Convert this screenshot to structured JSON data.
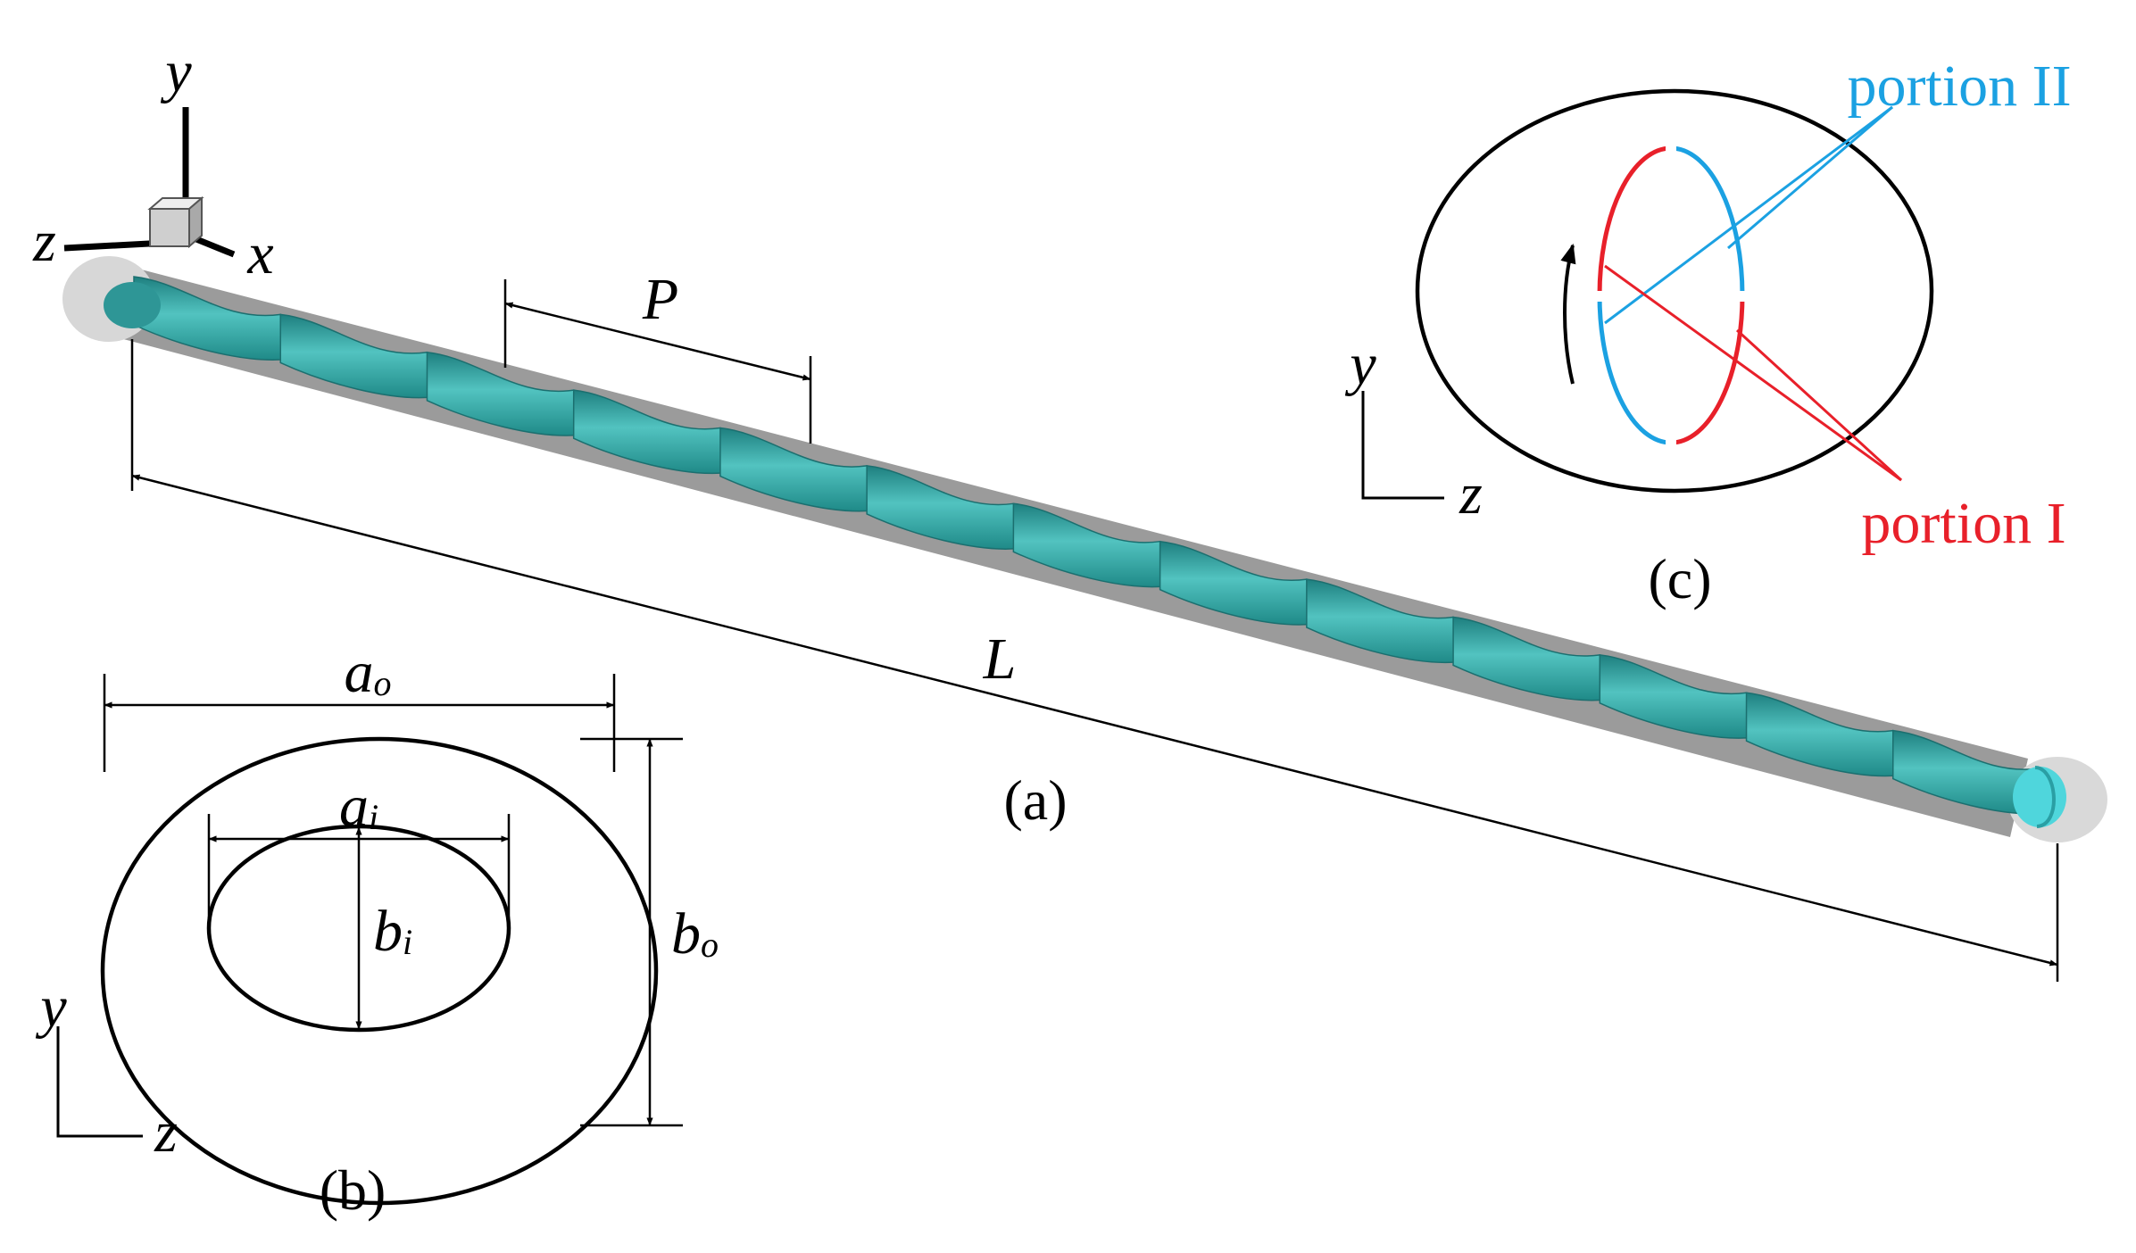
{
  "axes_triad": {
    "x": "x",
    "y": "y",
    "z": "z"
  },
  "panel_a": {
    "caption": "(a)",
    "pitch_label": "P",
    "length_label": "L"
  },
  "panel_b": {
    "caption": "(b)",
    "outer_width_label": {
      "base": "a",
      "sub": "o"
    },
    "outer_height_label": {
      "base": "b",
      "sub": "o"
    },
    "inner_width_label": {
      "base": "a",
      "sub": "i"
    },
    "inner_height_label": {
      "base": "b",
      "sub": "i"
    },
    "axis_y": "y",
    "axis_z": "z"
  },
  "panel_c": {
    "caption": "(c)",
    "portion_2_label": "portion II",
    "portion_1_label": "portion I",
    "axis_y": "y",
    "axis_z": "z"
  },
  "colors": {
    "pipe_gray": "#9a9a9a",
    "helix_teal": "#38a7a7",
    "portion_2_blue": "#1ba1e2",
    "portion_1_red": "#e8202a",
    "line_black": "#000000"
  }
}
